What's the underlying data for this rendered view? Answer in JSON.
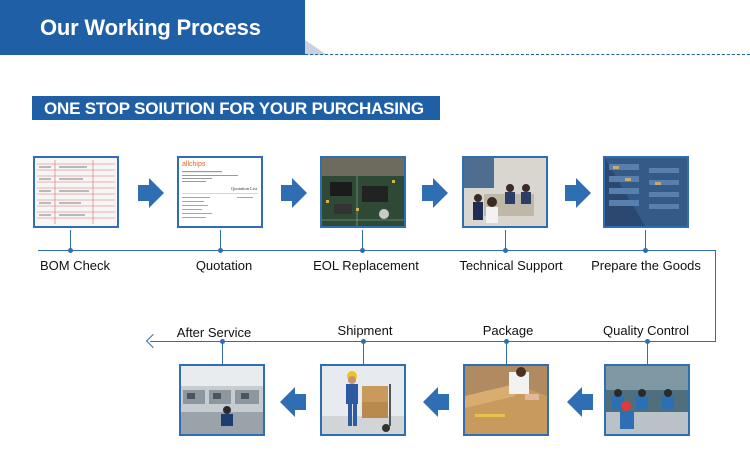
{
  "header": {
    "title": "Our Working Process"
  },
  "subtitle": {
    "text": "ONE STOP SOIUTION FOR YOUR PURCHASING"
  },
  "colors": {
    "brand_blue": "#1f5fa6",
    "line_blue": "#2f6eb3"
  },
  "steps_top": [
    {
      "label": "BOM Check"
    },
    {
      "label": "Quotation"
    },
    {
      "label": "EOL Replacement"
    },
    {
      "label": "Technical Support"
    },
    {
      "label": "Prepare the Goods"
    }
  ],
  "steps_bottom": [
    {
      "label": "After Service"
    },
    {
      "label": "Shipment"
    },
    {
      "label": "Package"
    },
    {
      "label": "Quality Control"
    }
  ],
  "quotation_doc": {
    "logo": "allchips",
    "heading": "Quotation List"
  }
}
